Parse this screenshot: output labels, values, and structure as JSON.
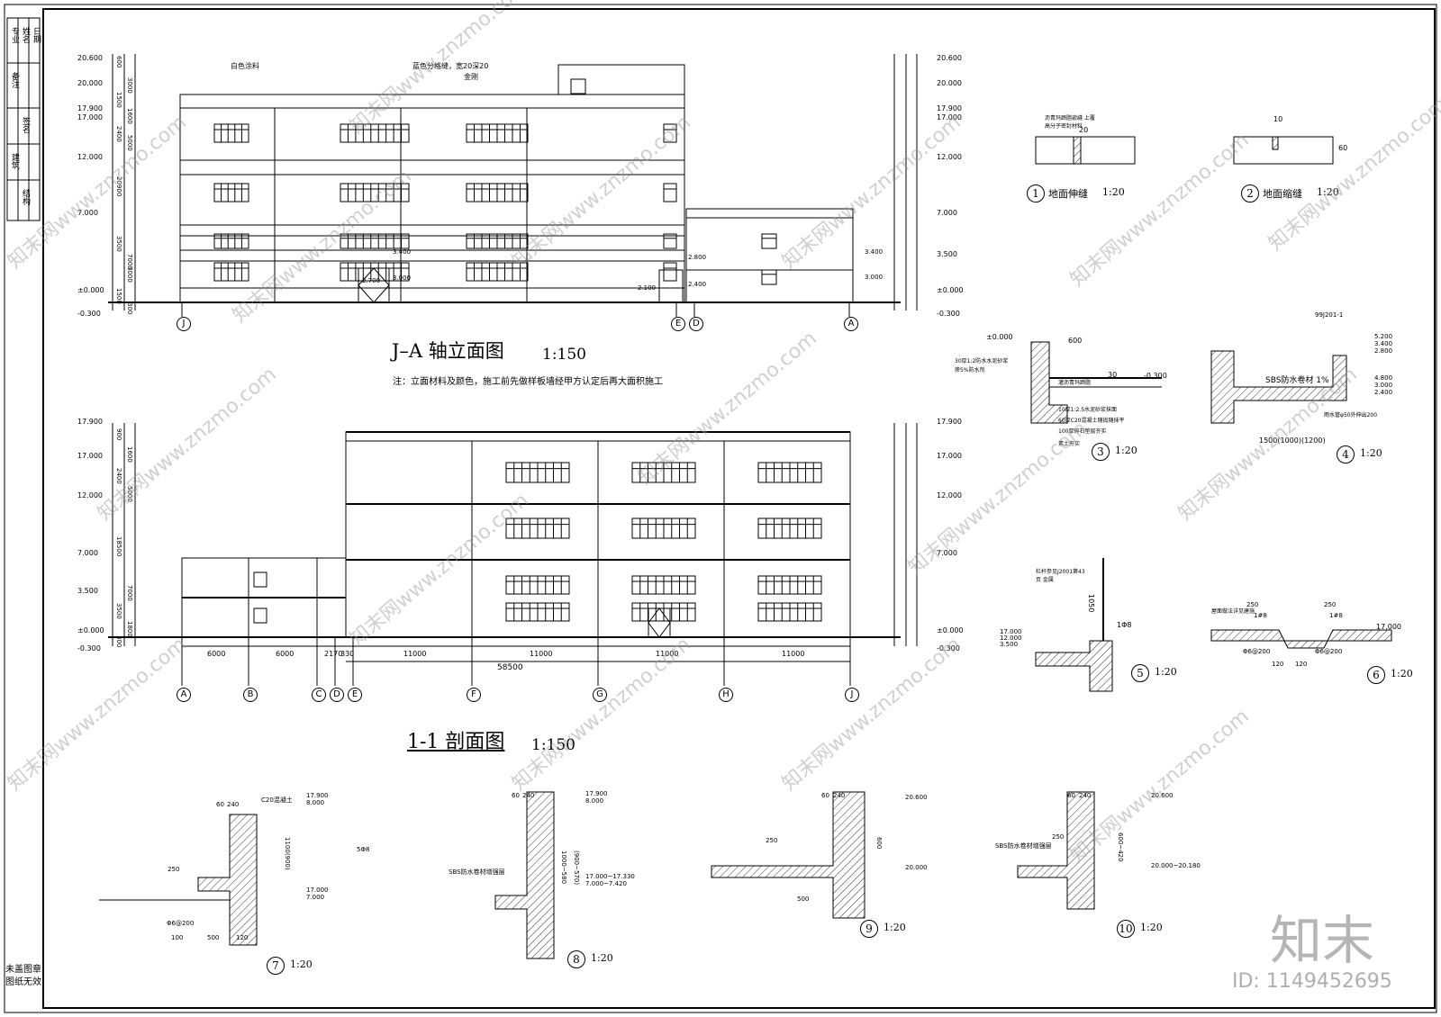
{
  "elevation": {
    "title": "J–A 轴立面图",
    "scale": "1:150",
    "note": "注：立面材料及颜色，施工前先做样板墙经甲方认定后再大面积施工",
    "label_a": "白色涂料",
    "label_b": "蓝色分格缝，宽20深20",
    "label_c": "金刚",
    "levels_left": [
      "20.600",
      "20.000",
      "17.900",
      "17.000",
      "12.000",
      "7.000",
      "±0.000",
      "-0.300"
    ],
    "levels_right": [
      "20.600",
      "20.000",
      "17.900",
      "17.000",
      "12.000",
      "7.000",
      "3.500",
      "±0.000",
      "-0.300"
    ],
    "dims_left": [
      "600",
      "3000",
      "1500",
      "1600",
      "2400",
      "5000",
      "20900",
      "7000",
      "3500",
      "3000",
      "1500",
      "300"
    ],
    "axis": [
      "J",
      "E",
      "D",
      "A"
    ],
    "spots": [
      "3.400",
      "3.000",
      "2.700",
      "2.800",
      "2.400",
      "2.100",
      "3.400",
      "3.000"
    ]
  },
  "section": {
    "title": "1-1 剖面图",
    "scale": "1:150",
    "levels_left": [
      "17.900",
      "17.000",
      "12.000",
      "7.000",
      "3.500",
      "±0.000",
      "-0.300"
    ],
    "levels_right": [
      "17.900",
      "17.000",
      "12.000",
      "7.000",
      "±0.000",
      "-0.300"
    ],
    "dims_left": [
      "900",
      "1600",
      "2400",
      "5000",
      "18500",
      "7000",
      "3500",
      "1800",
      "300"
    ],
    "spans": [
      "6000",
      "6000",
      "2170",
      "330",
      "11000",
      "11000",
      "11000",
      "11000"
    ],
    "total": "58500",
    "axis": [
      "A",
      "B",
      "C",
      "D",
      "E",
      "F",
      "G",
      "H",
      "J"
    ]
  },
  "details": [
    {
      "num": "1",
      "title": "地面伸缝",
      "scale": "1:20"
    },
    {
      "num": "2",
      "title": "地面缩缝",
      "scale": "1:20"
    },
    {
      "num": "3",
      "title": "",
      "scale": "1:20"
    },
    {
      "num": "4",
      "title": "",
      "scale": "1:20"
    },
    {
      "num": "5",
      "title": "",
      "scale": "1:20"
    },
    {
      "num": "6",
      "title": "",
      "scale": "1:20"
    },
    {
      "num": "7",
      "title": "",
      "scale": "1:20"
    },
    {
      "num": "8",
      "title": "",
      "scale": "1:20"
    },
    {
      "num": "9",
      "title": "",
      "scale": "1:20"
    },
    {
      "num": "10",
      "title": "",
      "scale": "1:20"
    }
  ],
  "detail_text": {
    "d1_note": "沥青玛蹄脂嵌缝 上覆高分子密封材料",
    "d1_dim": "20",
    "d2_dim": "10",
    "d2_h": "60",
    "d3_level": "±0.000",
    "d3_notes": [
      "30厚1:2防水水泥砂浆",
      "掺5%防水剂",
      "灌沥青玛蹄脂",
      "10厚1:2.5水泥砂浆抹面",
      "60厚C20混凝土随捣随抹平",
      "100厚碎石垫层夯实",
      "素土夯实"
    ],
    "d3_level2": "-0.300",
    "d3_dims": [
      "600",
      "30"
    ],
    "d4_ref": "99J201-1",
    "d4_levels": [
      "5.200",
      "3.400",
      "2.800",
      "4.800",
      "3.000",
      "2.400"
    ],
    "d4_note": "SBS防水卷材 1%",
    "d4_dim": "1500(1000)(1200)",
    "d4_drain": "雨水管φ50外伸出200",
    "d5_note": "栏杆参见J2001第43页 金属",
    "d5_levels": [
      "17.000",
      "12.000",
      "3.500"
    ],
    "d5_dims": [
      "1050",
      "1Φ8"
    ],
    "d6_note": "屋面做法详见建施",
    "d6_level": "17.000",
    "d6_dims": [
      "250",
      "250",
      "1#8",
      "1#8",
      "Φ6@200",
      "Φ6@200",
      "120",
      "120"
    ],
    "d7_levels": [
      "17.900",
      "8.000",
      "17.000",
      "7.000"
    ],
    "d7_conc": "C20混凝土",
    "d7_dims": [
      "60",
      "240",
      "1100(900)",
      "250",
      "500",
      "100",
      "120",
      "Φ6@200",
      "5Φ8"
    ],
    "d8_levels": [
      "17.900",
      "8.000",
      "17.000~17.330",
      "7.000~7.420"
    ],
    "d8_dims": [
      "60",
      "240",
      "1000~580",
      "(900~570)"
    ],
    "d8_note": "SBS防水卷材增强层",
    "d9_levels": [
      "20.600",
      "20.000"
    ],
    "d9_dims": [
      "60",
      "240",
      "600",
      "250",
      "500"
    ],
    "d10_levels": [
      "20.600",
      "20.000~20.180"
    ],
    "d10_dims": [
      "60",
      "240",
      "600~420",
      "250"
    ],
    "d10_note": "SBS防水卷材增强层"
  },
  "title_block": {
    "cells": [
      "专业",
      "姓名",
      "日期",
      "备注",
      "签名",
      "建筑",
      "结构"
    ],
    "bottom_note_1": "未盖图章",
    "bottom_note_2": "图纸无效"
  },
  "watermark": {
    "brand": "知末",
    "id": "ID: 1149452695",
    "repeat": "知末网www.znzmo.com"
  }
}
